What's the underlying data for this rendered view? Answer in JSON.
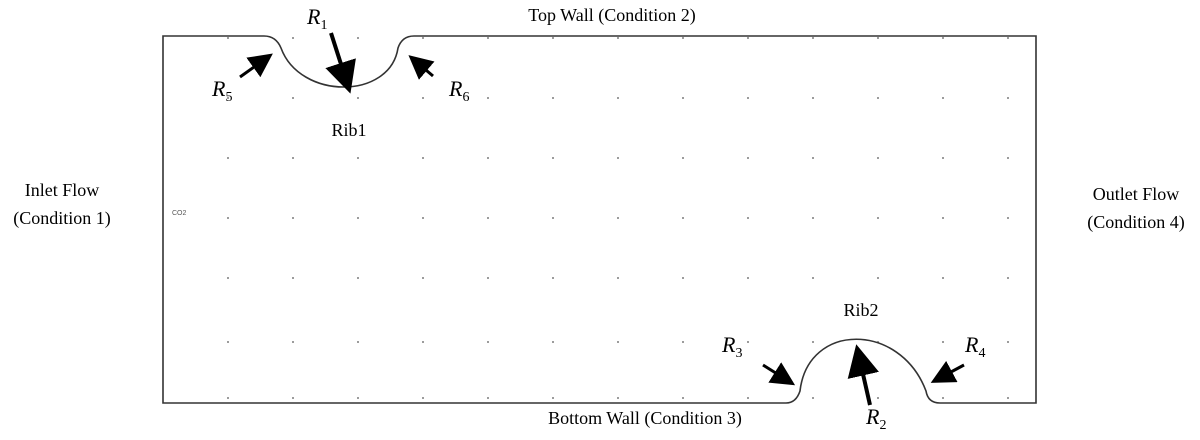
{
  "labels": {
    "top_wall": "Top Wall (Condition 2)",
    "bottom_wall": "Bottom Wall (Condition 3)",
    "inlet_line1": "Inlet Flow",
    "inlet_line2": "(Condition 1)",
    "outlet_line1": "Outlet Flow",
    "outlet_line2": "(Condition 4)",
    "rib1": "Rib1",
    "rib2": "Rib2",
    "domain_tag": "CO2"
  },
  "radii": [
    {
      "id": "R1",
      "letter": "R",
      "sub": "1"
    },
    {
      "id": "R2",
      "letter": "R",
      "sub": "2"
    },
    {
      "id": "R3",
      "letter": "R",
      "sub": "3"
    },
    {
      "id": "R4",
      "letter": "R",
      "sub": "4"
    },
    {
      "id": "R5",
      "letter": "R",
      "sub": "5"
    },
    {
      "id": "R6",
      "letter": "R",
      "sub": "6"
    }
  ],
  "colors": {
    "line": "#000000",
    "outline": "#333333",
    "grid_dot": "#555555"
  }
}
